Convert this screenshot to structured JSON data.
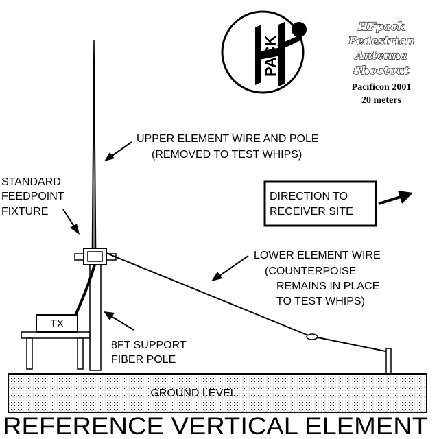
{
  "logo": {
    "mark_text": "PACK",
    "title_lines": [
      "HFpack",
      "Pedestrian",
      "Antenna",
      "Shootout"
    ],
    "event": "Pacificon 2001",
    "band": "20 meters"
  },
  "labels": {
    "upper_element": [
      "UPPER ELEMENT WIRE AND POLE",
      "(REMOVED TO TEST WHIPS)"
    ],
    "feedpoint": [
      "STANDARD",
      "FEEDPOINT",
      "FIXTURE"
    ],
    "direction": [
      "DIRECTION TO",
      "RECEIVER SITE"
    ],
    "lower_element": [
      "LOWER ELEMENT WIRE",
      "(COUNTERPOISE",
      "REMAINS IN PLACE",
      "TO TEST WHIPS)"
    ],
    "transmitter": "TX",
    "support_pole": [
      "8FT SUPPORT",
      "FIBER POLE"
    ],
    "ground": "GROUND LEVEL"
  },
  "footer_title": "REFERENCE VERTICAL ELEMENT"
}
